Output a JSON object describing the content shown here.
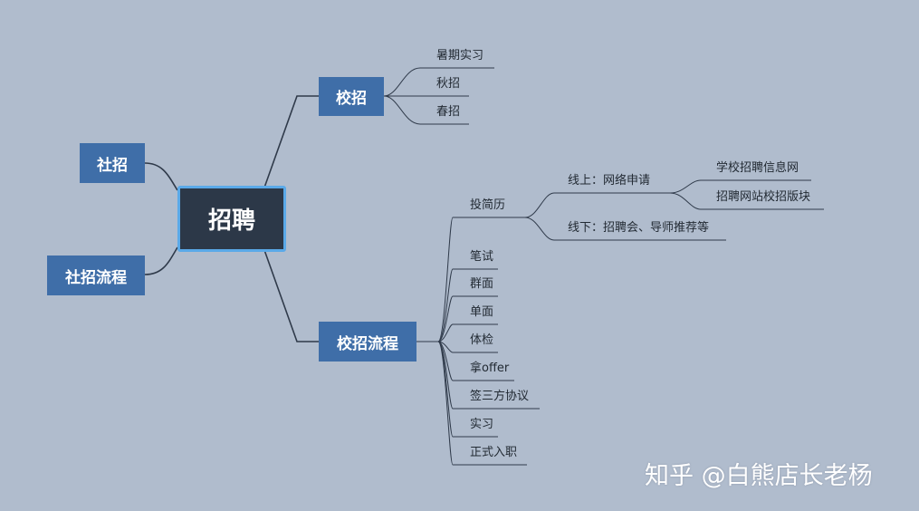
{
  "root": "招聘",
  "left_branches": [
    "社招",
    "社招流程"
  ],
  "xiaozhao": {
    "label": "校招",
    "children": [
      "暑期实习",
      "秋招",
      "春招"
    ]
  },
  "liucheng": {
    "label": "校招流程",
    "children": [
      "投简历",
      "笔试",
      "群面",
      "单面",
      "体检",
      "拿offer",
      "签三方协议",
      "实习",
      "正式入职"
    ],
    "tou_jianli": {
      "online": "线上：网络申请",
      "online_children": [
        "学校招聘信息网",
        "招聘网站校招版块"
      ],
      "offline": "线下：招聘会、导师推荐等"
    }
  },
  "watermark": "知乎 @白熊店长老杨",
  "colors": {
    "background": "#b0bccd",
    "box": "#3f6ea8",
    "root": "#2c3848",
    "root_border": "#5aa9e8",
    "line": "#2f3a4a"
  }
}
